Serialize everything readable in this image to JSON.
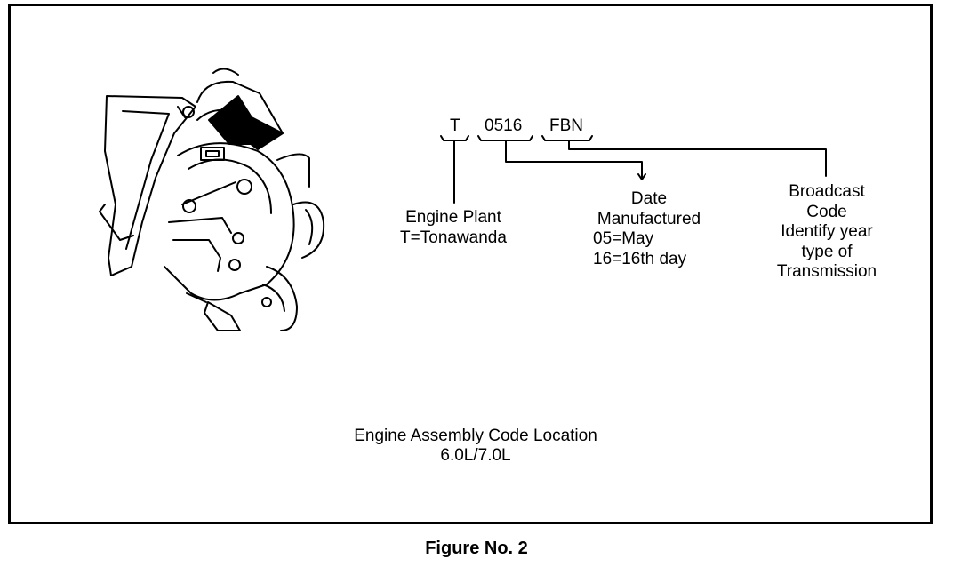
{
  "code": {
    "plant_char": "T",
    "date_digits": "0516",
    "broadcast_chars": "FBN"
  },
  "labels": {
    "engine_plant": [
      "Engine Plant",
      "T=Tonawanda"
    ],
    "date": [
      "Date",
      "Manufactured",
      "05=May",
      "16=16th day"
    ],
    "broadcast": [
      "Broadcast",
      "Code",
      "Identify year",
      "type of",
      "Transmission"
    ]
  },
  "caption": [
    "Engine Assembly Code Location",
    "6.0L/7.0L"
  ],
  "figure_title": "Figure No. 2",
  "icons": [
    "engine-illustration",
    "arrow-icon"
  ]
}
